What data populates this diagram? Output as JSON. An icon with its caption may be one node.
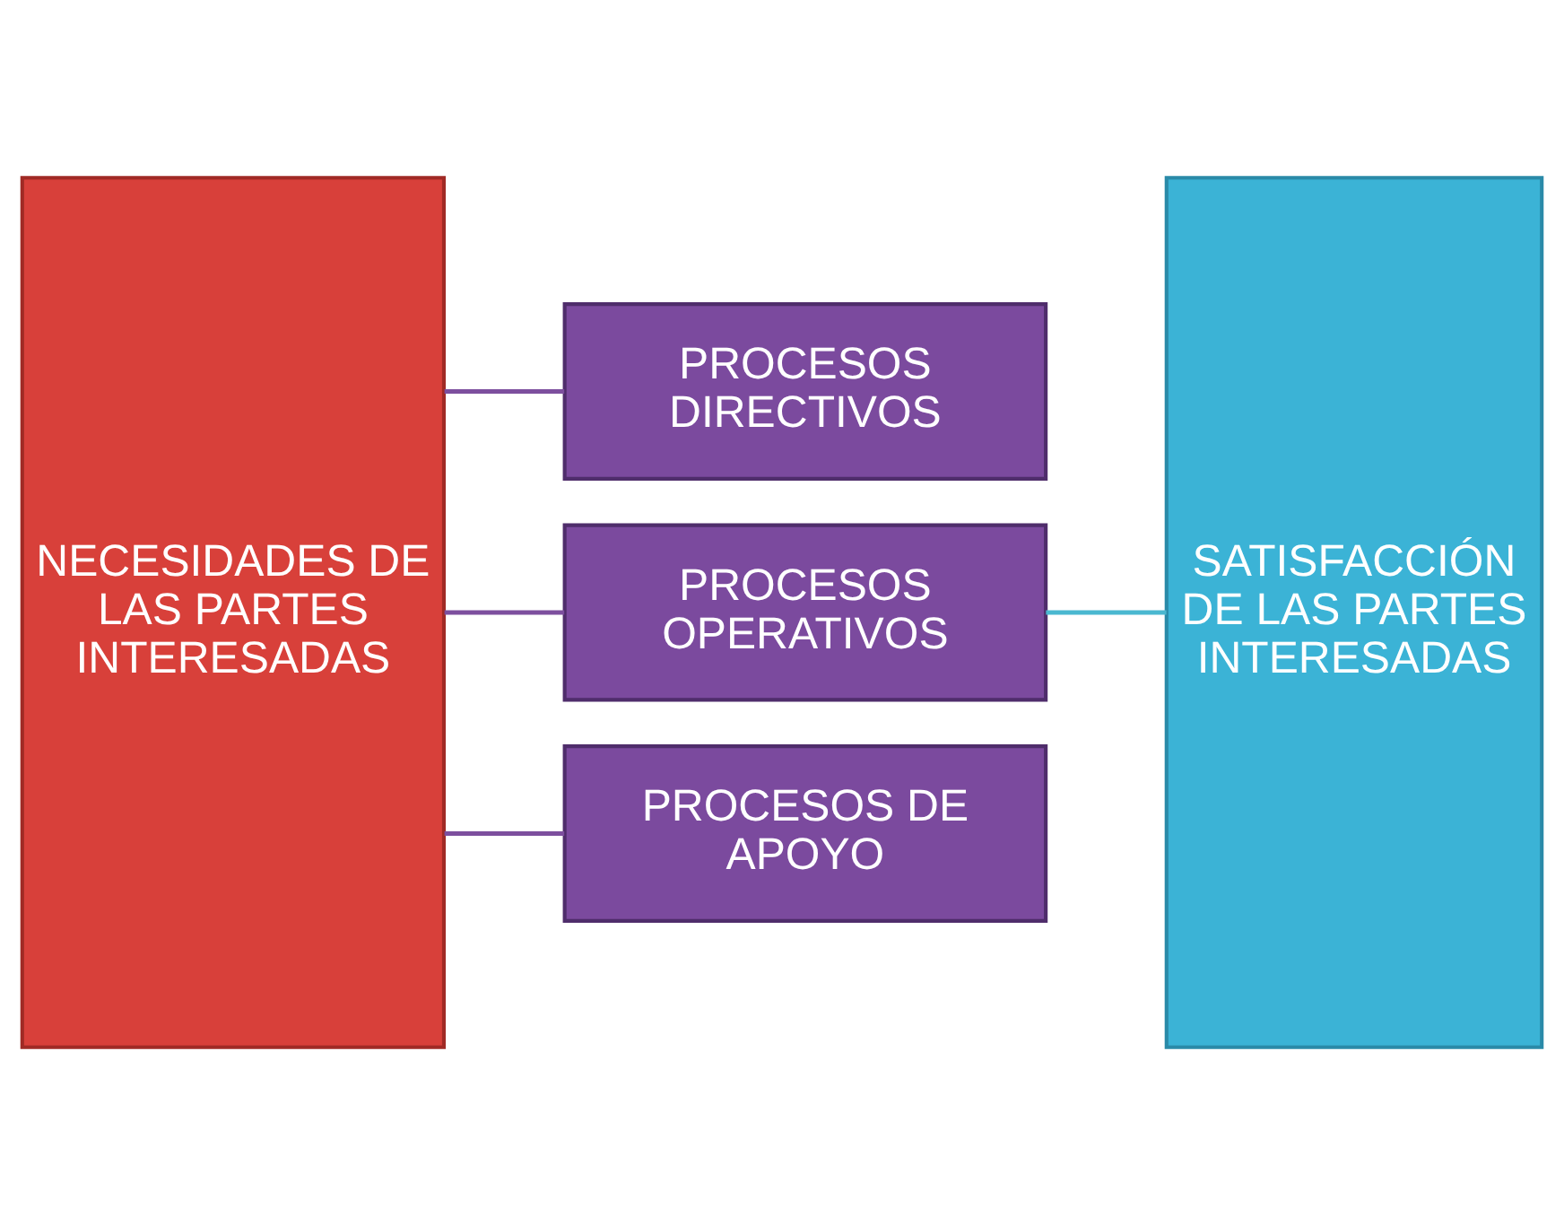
{
  "diagram": {
    "nodes": [
      {
        "text": [
          "NECESIDADES DE LAS PARTES INTERESADAS"
        ]
      },
      {
        "text": [
          "PROCESOS DIRECTIVOS"
        ]
      },
      {
        "text": [
          "PROCESOS OPERATIVOS"
        ]
      },
      {
        "text": [
          "PROCESOS DE APOYO"
        ]
      },
      {
        "text": [
          "SATISFACCIÓN DE LAS PARTES INTERESADAS"
        ]
      }
    ],
    "edges": [
      {
        "from": 0,
        "to": 1,
        "arrow": "none"
      },
      {
        "from": 0,
        "to": 2,
        "arrow": "none"
      },
      {
        "from": 0,
        "to": 3,
        "arrow": "none"
      },
      {
        "from": 2,
        "to": 4,
        "arrow": "none",
        "color": "#4bb8d0"
      }
    ]
  }
}
